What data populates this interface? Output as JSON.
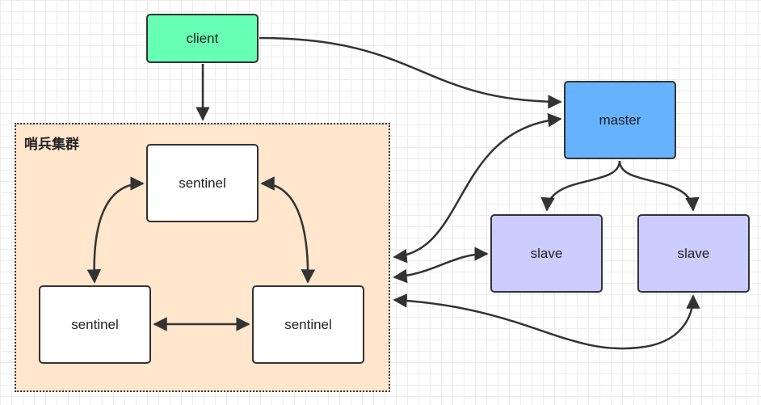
{
  "cluster": {
    "label": "哨兵集群"
  },
  "nodes": {
    "client": "client",
    "master": "master",
    "slave1": "slave",
    "slave2": "slave",
    "sentinel_top": "sentinel",
    "sentinel_left": "sentinel",
    "sentinel_right": "sentinel"
  },
  "colors": {
    "client": "#66ffb3",
    "master": "#66b2ff",
    "slave": "#ccccff",
    "cluster": "#ffe6cc",
    "sentinel": "#ffffff"
  }
}
